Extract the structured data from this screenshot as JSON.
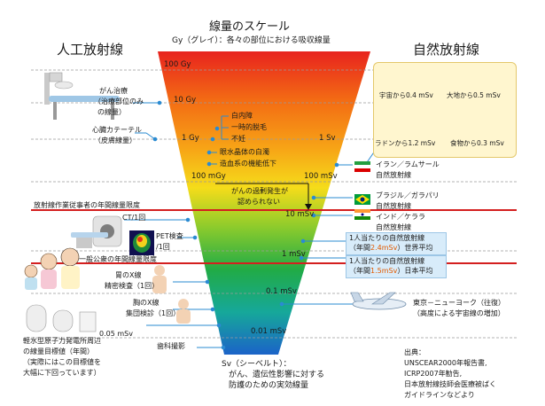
{
  "title": "線量のスケール",
  "gy_definition": "Gy（グレイ）：各々の部位における吸収線量",
  "artificial_header": "人工放射線",
  "natural_header": "自然放射線",
  "gy_ticks": [
    "100 Gy",
    "10 Gy",
    "1 Gy",
    "100 mGy"
  ],
  "sv_ticks": [
    "1 Sv",
    "100 mSv",
    "10 mSv",
    "1 mSv",
    "0.1 mSv",
    "0.01 mSv"
  ],
  "health_effects": [
    "白内障",
    "一時的脱毛",
    "不妊",
    "眼水晶体の白濁",
    "造血系の機能低下"
  ],
  "cancer_note": [
    "がんの過剰発生が",
    "認められない"
  ],
  "artificial": {
    "cancer_treatment": [
      "がん治療",
      "（治療部位のみ",
      "の線量）"
    ],
    "cardiac_catheter": [
      "心臓カテーテル",
      "（皮膚線量）"
    ],
    "worker_limit": "放射線作業従事者の年間線量限度",
    "ct": "CT/1回",
    "pet": [
      "PET検査",
      "/1回"
    ],
    "public_limit": "一般公衆の年間線量限度",
    "stomach_xray": [
      "胃のX線",
      "精密検査（1回）"
    ],
    "chest_xray": [
      "胸のX線",
      "集団検診（1回）"
    ],
    "reactor_value": "0.05 mSv",
    "reactor": [
      "軽水型原子力発電所周辺",
      "の線量目標値（年間）",
      "（実際にはこの目標値を",
      "大幅に下回っています）"
    ],
    "dental": "歯科撮影"
  },
  "natural": {
    "cosmic": "宇宙から0.4 mSv",
    "earth": "大地から0.5 mSv",
    "radon": "ラドンから1.2 mSv",
    "food": "食物から0.3 mSv",
    "iran": [
      "イラン／ラムサール",
      "自然放射線"
    ],
    "brazil": [
      "ブラジル／ガラパリ",
      "自然放射線"
    ],
    "india": [
      "インド／ケララ",
      "自然放射線"
    ],
    "world_avg": [
      "1人当たりの自然放射線",
      "（年間",
      "2.4mSv",
      "）世界平均"
    ],
    "japan_avg": [
      "1人当たりの自然放射線",
      "（年間",
      "1.5mSv",
      "）日本平均"
    ],
    "flight": [
      "東京－ニューヨーク（往復）",
      "（高度による宇宙線の増加）"
    ]
  },
  "sv_definition": [
    "Sv（シーベルト）：",
    "がん、遺伝性影響に対する",
    "防護のための実効線量"
  ],
  "source": [
    "出典：",
    "UNSCEAR2000年報告書,",
    "ICRP2007年勧告,",
    "日本放射線技師会医療被ばく",
    "ガイドラインなどより"
  ],
  "colors": {
    "gradient": [
      "#e8231e",
      "#f36b14",
      "#f7a416",
      "#f5dc1a",
      "#8ccb2c",
      "#21ab46",
      "#16a89a",
      "#1b63c8"
    ],
    "dose_limit_line": "#d41f1f",
    "leader": "#2a8bd2",
    "highlight": "#e25a00"
  }
}
